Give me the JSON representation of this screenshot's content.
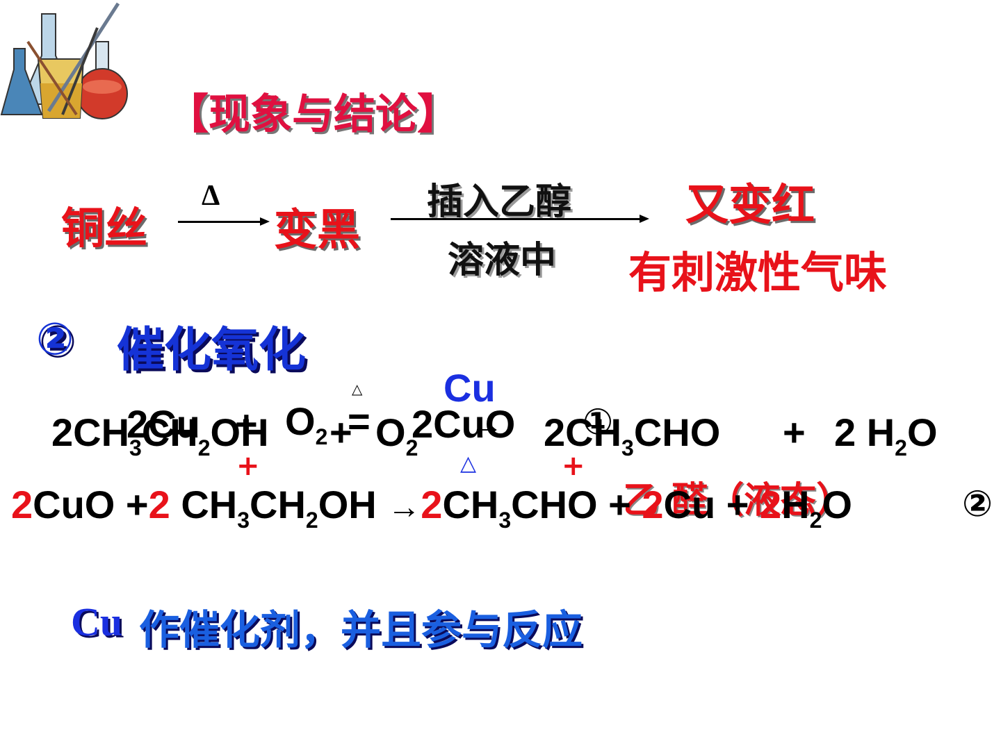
{
  "header": {
    "title": "【现象与结论】",
    "logo_icon": "lab-flasks-icon"
  },
  "phenomenon": {
    "start": "铜丝",
    "heat_symbol": "Δ",
    "middle": "变黑",
    "condition_top": "插入乙醇",
    "condition_bottom": "溶液中",
    "result_top": "又变红",
    "result_bottom": "有刺激性气味"
  },
  "section": {
    "marker": "②",
    "title": "催化氧化"
  },
  "overall_equation": {
    "catalyst": "Cu",
    "heat": "△",
    "coef_ethanol": "2",
    "ethanol_ch": "CH",
    "ethanol_sub1": "3",
    "ethanol_ch2": "CH",
    "ethanol_sub2": "2",
    "ethanol_oh": "OH",
    "plus1": "+",
    "o2": "O",
    "o2_sub": "2",
    "arrow": "→",
    "coef_acetaldehyde": "2",
    "ald_ch": "CH",
    "ald_sub": "3",
    "ald_cho": "CHO",
    "plus2": "+",
    "water": "2 H",
    "water_sub": "2",
    "water_o": "O"
  },
  "step1": {
    "cu": "2Cu",
    "plus": "+",
    "o": "O",
    "o_sub": "2",
    "eq": "=",
    "heat": "△",
    "product": "2CuO",
    "marker": "①"
  },
  "plus_marks": [
    "+",
    "+"
  ],
  "step2": {
    "coef1": "2",
    "cuo": "CuO +",
    "coef2": "2",
    "ethanol": " CH",
    "sub1": "3",
    "ch": "CH",
    "sub2": "2",
    "oh": "OH ",
    "arrow": "→",
    "coef3": "2",
    "ald": "CH",
    "ald_sub": "3",
    "ald_end": "CHO + ",
    "coef4": "2",
    "cu": "Cu + ",
    "coef5": "2",
    "h": "H",
    "h_sub": "2",
    "o": "O",
    "marker": "②"
  },
  "step2_heat": "△",
  "aldehyde_label": "乙 醛（液态）",
  "conclusion": {
    "cu": "Cu",
    "text": "作催化剂，并且参与反应"
  }
}
